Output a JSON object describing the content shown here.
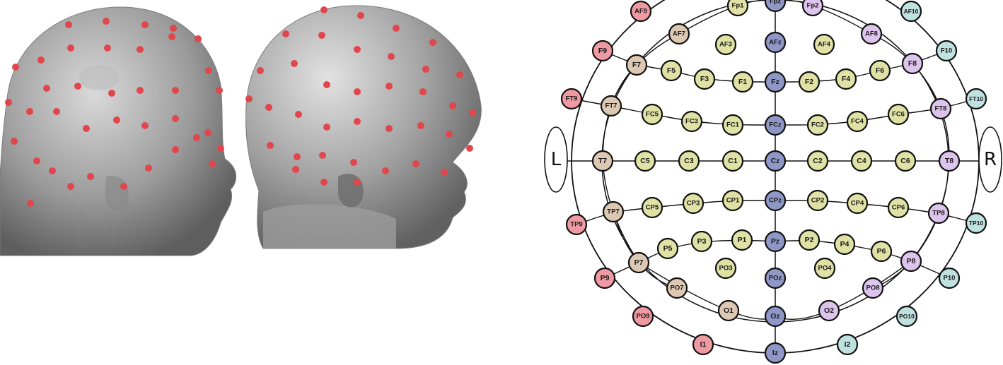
{
  "side_labels": {
    "left": "L",
    "right": "R"
  },
  "colors": {
    "midline": "#8e97c6",
    "pink": "#ef9aa3",
    "tan": "#ddc8b3",
    "olive": "#dfe1a5",
    "lavender": "#dcc4ec",
    "teal": "#bfe2e0",
    "marker": "#e0464c"
  },
  "electrodes": [
    {
      "id": "Fp1",
      "label": "Fp1",
      "color": "olive"
    },
    {
      "id": "Fpz",
      "label": "Fpz",
      "color": "midline"
    },
    {
      "id": "Fp2",
      "label": "Fp2",
      "color": "lavender"
    },
    {
      "id": "AF9",
      "label": "AF9",
      "color": "pink"
    },
    {
      "id": "AF7",
      "label": "AF7",
      "color": "tan"
    },
    {
      "id": "AF3",
      "label": "AF3",
      "color": "olive"
    },
    {
      "id": "AFz",
      "label": "AFz",
      "color": "midline"
    },
    {
      "id": "AF4",
      "label": "AF4",
      "color": "olive"
    },
    {
      "id": "AF8",
      "label": "AF8",
      "color": "lavender"
    },
    {
      "id": "AF10",
      "label": "AF10",
      "color": "teal"
    },
    {
      "id": "F9",
      "label": "F9",
      "color": "pink"
    },
    {
      "id": "F7",
      "label": "F7",
      "color": "tan"
    },
    {
      "id": "F5",
      "label": "F5",
      "color": "olive"
    },
    {
      "id": "F3",
      "label": "F3",
      "color": "olive"
    },
    {
      "id": "F1",
      "label": "F1",
      "color": "olive"
    },
    {
      "id": "Fz",
      "label": "Fz",
      "color": "midline"
    },
    {
      "id": "F2",
      "label": "F2",
      "color": "olive"
    },
    {
      "id": "F4",
      "label": "F4",
      "color": "olive"
    },
    {
      "id": "F6",
      "label": "F6",
      "color": "olive"
    },
    {
      "id": "F8",
      "label": "F8",
      "color": "lavender"
    },
    {
      "id": "F10",
      "label": "F10",
      "color": "teal"
    },
    {
      "id": "FT9",
      "label": "FT9",
      "color": "pink"
    },
    {
      "id": "FT7",
      "label": "FT7",
      "color": "tan"
    },
    {
      "id": "FC5",
      "label": "FC5",
      "color": "olive"
    },
    {
      "id": "FC3",
      "label": "FC3",
      "color": "olive"
    },
    {
      "id": "FC1",
      "label": "FC1",
      "color": "olive"
    },
    {
      "id": "FCz",
      "label": "FCz",
      "color": "midline"
    },
    {
      "id": "FC2",
      "label": "FC2",
      "color": "olive"
    },
    {
      "id": "FC4",
      "label": "FC4",
      "color": "olive"
    },
    {
      "id": "FC6",
      "label": "FC6",
      "color": "olive"
    },
    {
      "id": "FT8",
      "label": "FT8",
      "color": "lavender"
    },
    {
      "id": "FT10",
      "label": "FT10",
      "color": "teal"
    },
    {
      "id": "T7",
      "label": "T7",
      "color": "tan"
    },
    {
      "id": "C5",
      "label": "C5",
      "color": "olive"
    },
    {
      "id": "C3",
      "label": "C3",
      "color": "olive"
    },
    {
      "id": "C1",
      "label": "C1",
      "color": "olive"
    },
    {
      "id": "Cz",
      "label": "Cz",
      "color": "midline"
    },
    {
      "id": "C2",
      "label": "C2",
      "color": "olive"
    },
    {
      "id": "C4",
      "label": "C4",
      "color": "olive"
    },
    {
      "id": "C6",
      "label": "C6",
      "color": "olive"
    },
    {
      "id": "T8",
      "label": "T8",
      "color": "lavender"
    },
    {
      "id": "TP9",
      "label": "TP9",
      "color": "pink"
    },
    {
      "id": "TP7",
      "label": "TP7",
      "color": "tan"
    },
    {
      "id": "CP5",
      "label": "CP5",
      "color": "olive"
    },
    {
      "id": "CP3",
      "label": "CP3",
      "color": "olive"
    },
    {
      "id": "CP1",
      "label": "CP1",
      "color": "olive"
    },
    {
      "id": "CPz",
      "label": "CPz",
      "color": "midline"
    },
    {
      "id": "CP2",
      "label": "CP2",
      "color": "olive"
    },
    {
      "id": "CP4",
      "label": "CP4",
      "color": "olive"
    },
    {
      "id": "CP6",
      "label": "CP6",
      "color": "olive"
    },
    {
      "id": "TP8",
      "label": "TP8",
      "color": "lavender"
    },
    {
      "id": "TP10",
      "label": "TP10",
      "color": "teal"
    },
    {
      "id": "P7",
      "label": "P7",
      "color": "tan"
    },
    {
      "id": "P5",
      "label": "P5",
      "color": "olive"
    },
    {
      "id": "P3",
      "label": "P3",
      "color": "olive"
    },
    {
      "id": "P1",
      "label": "P1",
      "color": "olive"
    },
    {
      "id": "Pz",
      "label": "Pz",
      "color": "midline"
    },
    {
      "id": "P2",
      "label": "P2",
      "color": "olive"
    },
    {
      "id": "P4",
      "label": "P4",
      "color": "olive"
    },
    {
      "id": "P6",
      "label": "P6",
      "color": "olive"
    },
    {
      "id": "P8",
      "label": "P8",
      "color": "lavender"
    },
    {
      "id": "P9",
      "label": "P9",
      "color": "pink"
    },
    {
      "id": "PO3",
      "label": "PO3",
      "color": "olive"
    },
    {
      "id": "POz",
      "label": "POz",
      "color": "midline"
    },
    {
      "id": "PO4",
      "label": "PO4",
      "color": "olive"
    },
    {
      "id": "P10",
      "label": "P10",
      "color": "teal"
    },
    {
      "id": "PO7",
      "label": "PO7",
      "color": "tan"
    },
    {
      "id": "PO8",
      "label": "PO8",
      "color": "lavender"
    },
    {
      "id": "O1",
      "label": "O1",
      "color": "tan"
    },
    {
      "id": "Oz",
      "label": "Oz",
      "color": "midline"
    },
    {
      "id": "O2",
      "label": "O2",
      "color": "lavender"
    },
    {
      "id": "PO9",
      "label": "PO9",
      "color": "pink"
    },
    {
      "id": "PO10",
      "label": "PO10",
      "color": "teal"
    },
    {
      "id": "I1",
      "label": "I1",
      "color": "pink"
    },
    {
      "id": "Iz",
      "label": "Iz",
      "color": "midline"
    },
    {
      "id": "I2",
      "label": "I2",
      "color": "teal"
    }
  ]
}
